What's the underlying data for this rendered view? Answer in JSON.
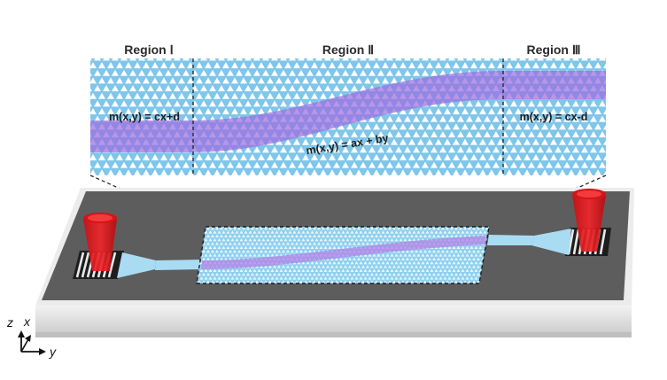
{
  "regions": [
    {
      "label": "Region Ⅰ"
    },
    {
      "label": "Region Ⅱ"
    },
    {
      "label": "Region Ⅲ"
    }
  ],
  "equations": {
    "region1": "m(x,y) = cx+d",
    "region2": "m(x,y) = ax + by",
    "region3": "m(x,y) = cx-d"
  },
  "axes": {
    "z": "z",
    "x": "x",
    "y": "y"
  },
  "colors": {
    "lattice": "#7fc6ea",
    "hole": "#ffffff",
    "band": "#9b6fe0",
    "chip_top": "#5b5b5b",
    "chip_side": "#e6e6e6",
    "waveguide": "#a9dcf3",
    "fiber": "#e0161a"
  }
}
